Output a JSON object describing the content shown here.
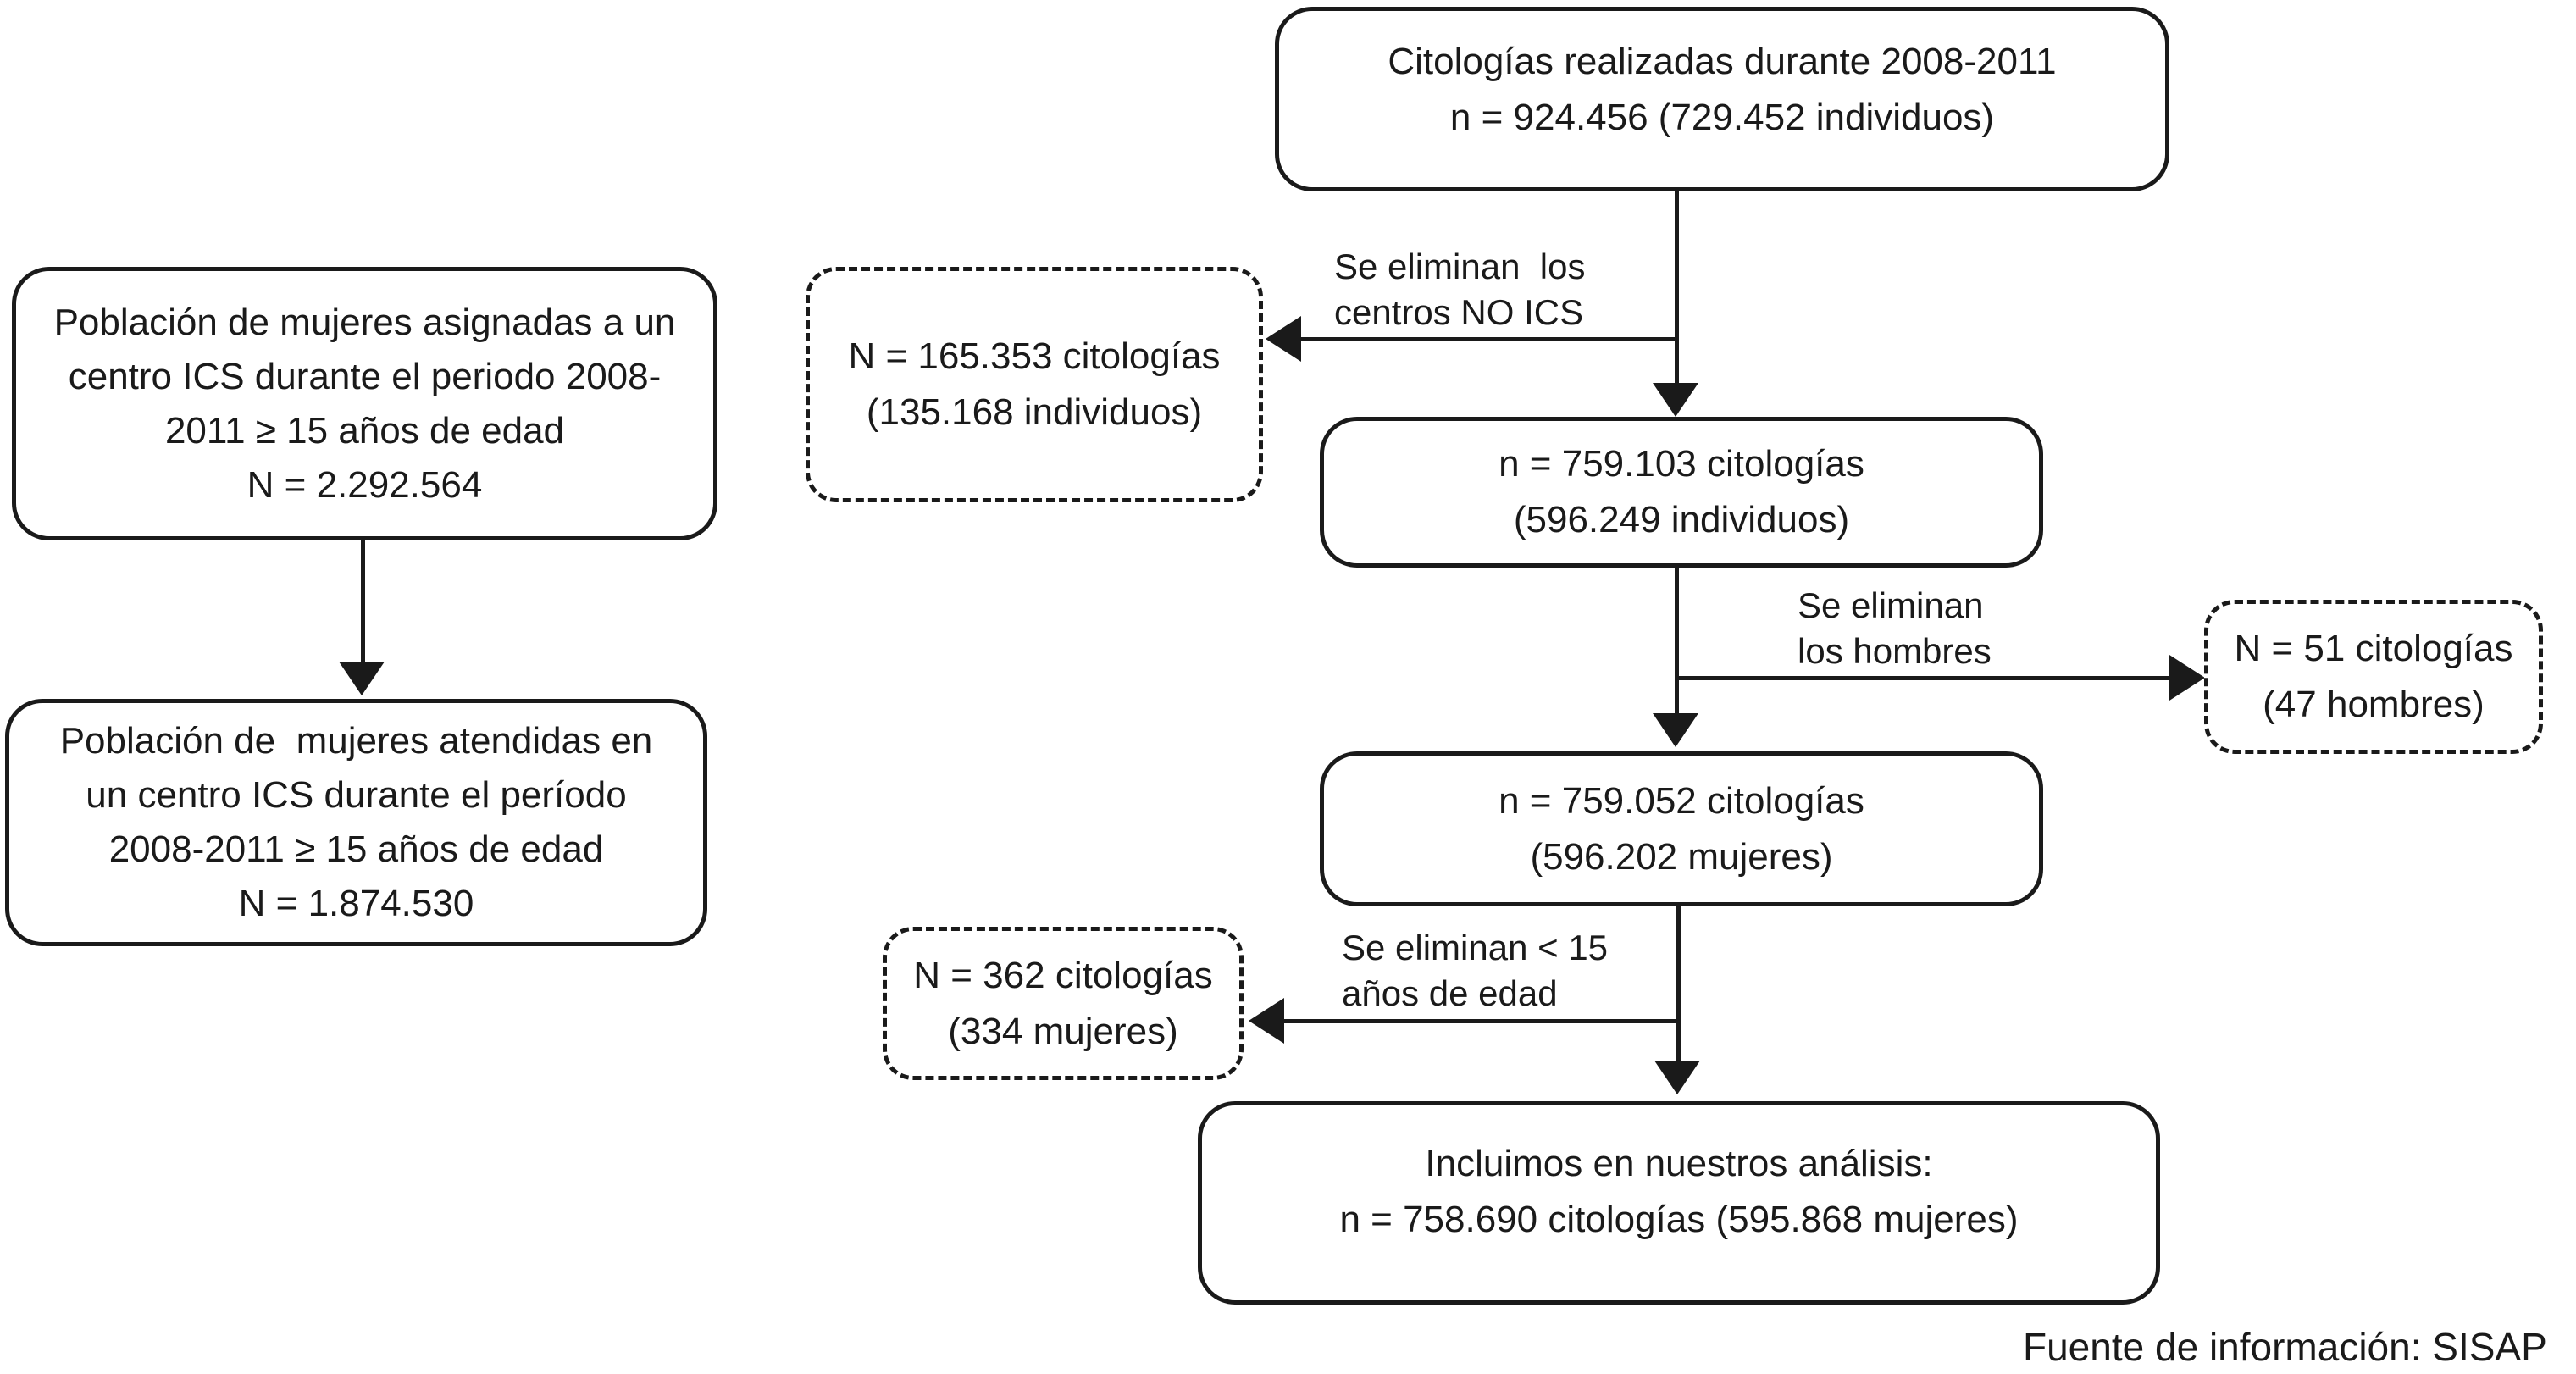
{
  "colors": {
    "ink": "#1a1a1a",
    "background": "#ffffff"
  },
  "nodes": {
    "cytologies_total": {
      "lines": [
        "Citologías realizadas durante 2008-2011",
        "n = 924.456 (729.452 individuos)"
      ]
    },
    "women_assigned": {
      "lines": [
        "Población de mujeres asignadas a un",
        "centro ICS durante el periodo 2008-",
        "2011 ≥ 15 años de edad",
        "N = 2.292.564"
      ]
    },
    "women_attended": {
      "lines": [
        "Población de  mujeres atendidas en",
        "un centro ICS durante el período",
        "2008-2011 ≥ 15 años de edad",
        "N = 1.874.530"
      ]
    },
    "excluded_non_ics": {
      "lines": [
        "N = 165.353 citologías",
        "(135.168 individuos)"
      ]
    },
    "cytologies_ics": {
      "lines": [
        "n = 759.103 citologías",
        "(596.249 individuos)"
      ]
    },
    "excluded_men": {
      "lines": [
        "N = 51 citologías",
        "(47 hombres)"
      ]
    },
    "cytologies_women": {
      "lines": [
        "n = 759.052 citologías",
        "(596.202 mujeres)"
      ]
    },
    "excluded_under15": {
      "lines": [
        "N = 362 citologías",
        "(334 mujeres)"
      ]
    },
    "included_final": {
      "lines": [
        "Incluimos en nuestros análisis:",
        "n = 758.690 citologías (595.868 mujeres)"
      ]
    }
  },
  "edge_labels": {
    "non_ics": {
      "lines": [
        "Se eliminan  los",
        "centros NO ICS"
      ]
    },
    "men": {
      "lines": [
        "Se eliminan",
        "los hombres"
      ]
    },
    "under15": {
      "lines": [
        "Se eliminan < 15",
        "años de edad"
      ]
    }
  },
  "footer": {
    "source": "Fuente de información: SISAP"
  }
}
